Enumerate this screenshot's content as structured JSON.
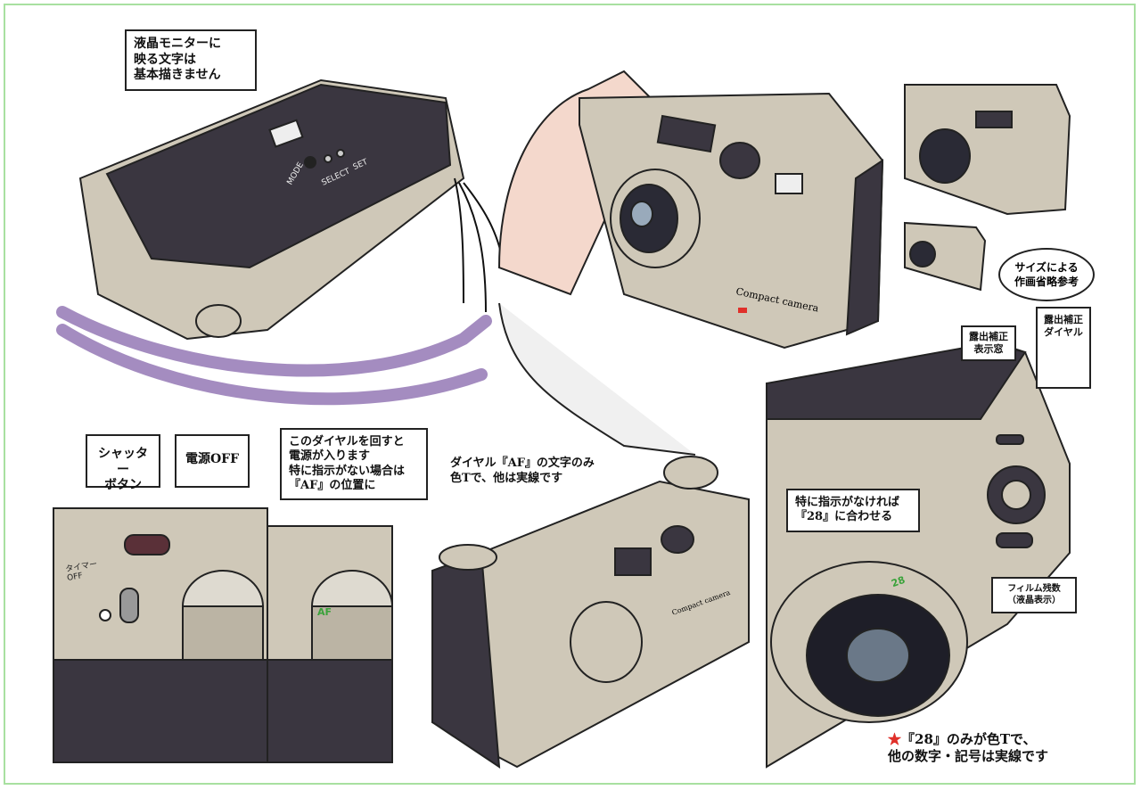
{
  "notes": {
    "lcd_text": "液晶モニターに\n映る文字は\n基本描きません",
    "size_ref": "サイズによる\n作画省略参考",
    "exp_window": "露出補正\n表示窓",
    "exp_dial": "露出補正\nダイヤル",
    "shutter": "シャッター\nボタン",
    "power_off": "電源OFF",
    "dial_power": "このダイヤルを回すと\n電源が入ります\n特に指示がない場合は\n『AF』の位置に",
    "dial_color": "ダイヤル『AF』の文字のみ\n色Tで、他は実線です",
    "aperture": "特に指示がなければ\n『28』に合わせる",
    "film_count": "フィルム残数\n（液晶表示）",
    "footnote_star": "★",
    "footnote": "『28』のみが色Tで、\n他の数字・記号は実線です"
  },
  "labels": {
    "mode": "MODE",
    "select": "SELECT",
    "set": "SET",
    "brand": "Compact camera",
    "timer": "タイマー\nOFF",
    "af": "AF",
    "f28": "28"
  },
  "colors": {
    "body": "#cfc8b8",
    "dark": "#3a3640",
    "strap": "#c2a8d8",
    "accent_green": "#3aa23a",
    "star": "#e0302a",
    "border": "#a8e0a0"
  }
}
